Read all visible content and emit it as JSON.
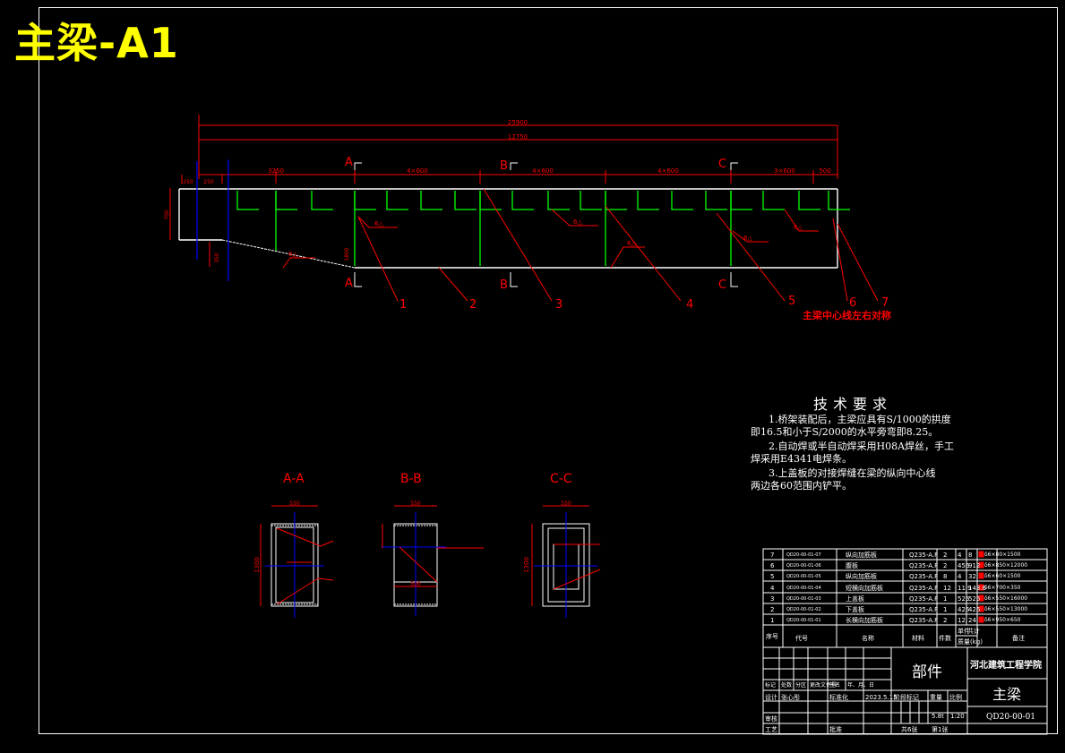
{
  "title": "主梁-A1",
  "dimensions": {
    "overall_top": "25900",
    "overall_second": "12750",
    "seg_left_a": "250",
    "seg_left_b": "250",
    "seg_3250": "3250",
    "seg_4x600_1": "4×600",
    "seg_4x600_2": "4×600",
    "seg_4x600_3": "4×600",
    "seg_3x600": "3×600",
    "seg_500": "500",
    "height_left": "700",
    "dim_350": "350",
    "dim_h1": "1800"
  },
  "section_labels": {
    "A_top": "A",
    "B_top": "B",
    "C_top": "C",
    "A_bot": "A",
    "B_bot": "B",
    "C_bot": "C"
  },
  "weld_symbols": [
    "6△",
    "6△",
    "6△",
    "6△",
    "6△",
    "6△"
  ],
  "part_callouts": [
    "1",
    "2",
    "3",
    "4",
    "5",
    "6",
    "7"
  ],
  "centerline_note": "主梁中心线左右对称",
  "sections": {
    "aa": {
      "label": "A-A",
      "width": "550",
      "height": "1300"
    },
    "bb": {
      "label": "B-B",
      "width": "550",
      "height": "500"
    },
    "cc": {
      "label": "C-C",
      "width": "550",
      "height": "1300"
    }
  },
  "tech_requirements": {
    "title": "技术要求",
    "lines": [
      "1.桥架装配后，主梁应具有S/1000的拱度",
      "即16.5和小于S/2000的水平旁弯即8.25。",
      "2.自动焊或半自动焊采用H08A焊丝，手工",
      "焊采用E4341电焊条。",
      "3.上盖板的对接焊缝在梁的纵向中心线",
      "两边各60范围内铲平。"
    ]
  },
  "bom": {
    "rows": [
      {
        "no": "7",
        "code": "QD20-00-01-07",
        "name": "纵向加筋板",
        "material": "Q235-A.F",
        "qty": "2",
        "unit": "4",
        "total": "8",
        "note": "δ6×80×1500"
      },
      {
        "no": "6",
        "code": "QD20-00-01-06",
        "name": "腹板",
        "material": "Q235-A.F",
        "qty": "2",
        "unit": "456",
        "total": "912",
        "note": "δ6×850×12000"
      },
      {
        "no": "5",
        "code": "QD20-00-01-05",
        "name": "纵向加筋板",
        "material": "Q235-A.F",
        "qty": "8",
        "unit": "4",
        "total": "32",
        "note": "δ6×60×1500"
      },
      {
        "no": "4",
        "code": "QD20-00-01-04",
        "name": "短横向加筋板",
        "material": "Q235-A.F",
        "qty": "12",
        "unit": "11.9",
        "total": "143.6",
        "note": "δ6×700×350"
      },
      {
        "no": "3",
        "code": "QD20-00-01-03",
        "name": "上盖板",
        "material": "Q235-A.F",
        "qty": "1",
        "unit": "525",
        "total": "525",
        "note": "δ6×550×16000"
      },
      {
        "no": "2",
        "code": "QD20-00-01-02",
        "name": "下盖板",
        "material": "Q235-A.F",
        "qty": "1",
        "unit": "426",
        "total": "426",
        "note": "δ6×550×13000"
      },
      {
        "no": "1",
        "code": "QD20-00-01-01",
        "name": "长横向加筋板",
        "material": "Q235-A.F",
        "qty": "2",
        "unit": "12",
        "total": "24",
        "note": "δ6×950×650"
      }
    ],
    "header": {
      "no": "序号",
      "code": "代号",
      "name": "名称",
      "material": "材料",
      "qty": "件数",
      "weight_single": "单件",
      "weight_total": "共计",
      "weight_label": "质量(kg)",
      "note": "备注"
    }
  },
  "titleblock": {
    "part_type": "部件",
    "school": "河北建筑工程学院",
    "drawing_name": "主梁",
    "drawing_no": "QD20-00-01",
    "scale_label": "比例",
    "scale": "1:20",
    "weight_label": "重量",
    "weight": "5.8t",
    "stage_label": "阶段标记",
    "sheets": "共6张",
    "sheet": "第1张",
    "design": "设计",
    "design_name": "张心彤",
    "std": "标准化",
    "date": "2023.5.15",
    "check": "审核",
    "craft": "工艺",
    "approve": "批准",
    "revision_labels": [
      "标记",
      "处数",
      "分区",
      "更改文件号",
      "签名",
      "年、月、日"
    ]
  },
  "colors": {
    "background": "#000000",
    "line": "#ffffff",
    "dimension": "#ff0000",
    "stiffener": "#00ff00",
    "centerline": "#0000ff",
    "title": "#ffff00"
  }
}
